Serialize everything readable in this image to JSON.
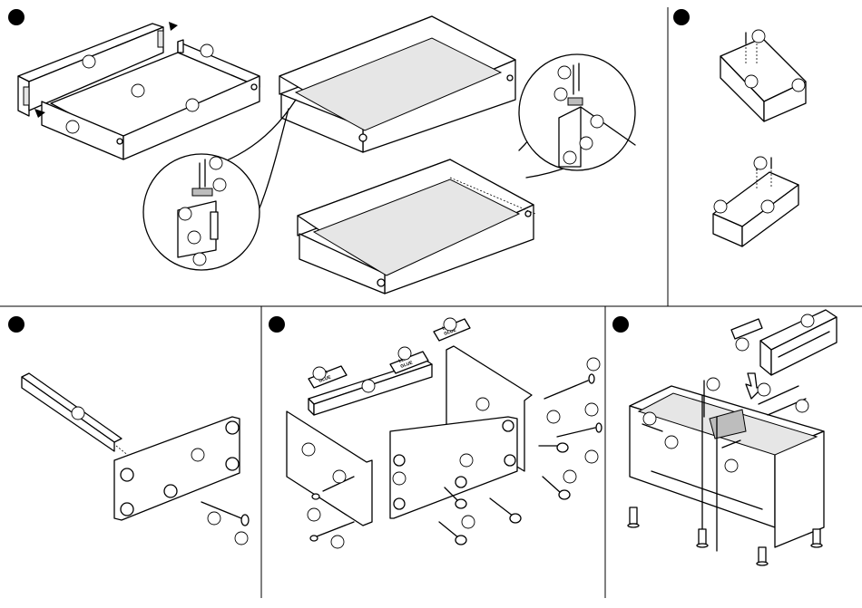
{
  "steps": [
    {
      "id": "drawer-assembly"
    },
    {
      "id": "slide-blocks"
    },
    {
      "id": "rail-to-side"
    },
    {
      "id": "carcass-assembly"
    },
    {
      "id": "frame-and-legs"
    }
  ],
  "glue_labels": [
    {
      "line1": "LEIM",
      "line2": "GLUE"
    },
    {
      "line1": "LEIM",
      "line2": "GLUE"
    },
    {
      "line1": "LEIM",
      "line2": "GLUE"
    }
  ],
  "icons": [
    "arrow-icon",
    "screw-icon",
    "dowel-icon",
    "cam-lock-icon",
    "cam-bolt-icon",
    "glue-bottle-icon",
    "leg-icon",
    "drawer-runner-icon"
  ],
  "colors": {
    "line": "#000000",
    "background": "#ffffff",
    "shade": "#bdbdbd",
    "light_shade": "#e6e6e6"
  }
}
